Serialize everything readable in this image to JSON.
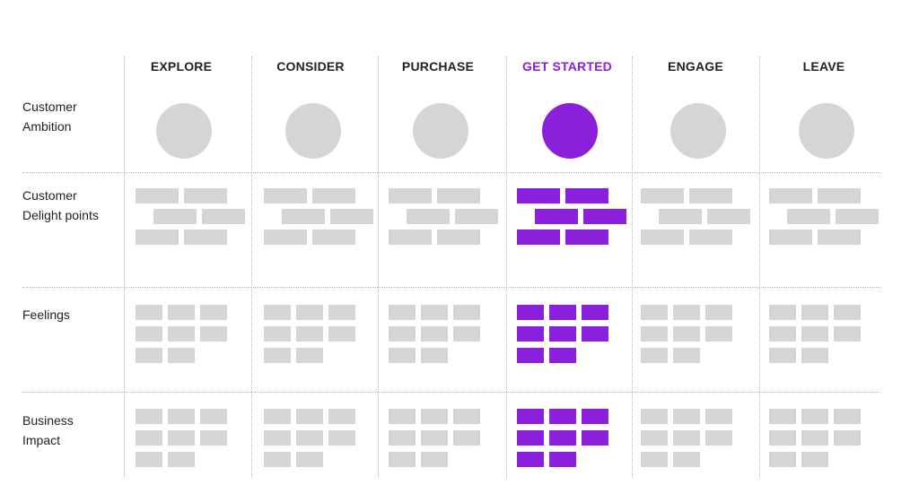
{
  "stages": [
    {
      "label": "EXPLORE",
      "highlight": false
    },
    {
      "label": "CONSIDER",
      "highlight": false
    },
    {
      "label": "PURCHASE",
      "highlight": false
    },
    {
      "label": "GET STARTED",
      "highlight": true
    },
    {
      "label": "ENGAGE",
      "highlight": false
    },
    {
      "label": "LEAVE",
      "highlight": false
    }
  ],
  "rows": [
    {
      "label": "Customer\nAmbition",
      "kind": "circle"
    },
    {
      "label": "Customer\nDelight points",
      "kind": "staggered"
    },
    {
      "label": "Feelings",
      "kind": "grid"
    },
    {
      "label": "Business\nImpact",
      "kind": "grid"
    }
  ],
  "colors": {
    "placeholder": "#d5d5d5",
    "accent": "#8a1fdc",
    "text": "#222222",
    "divider": "#b8b8b8"
  }
}
